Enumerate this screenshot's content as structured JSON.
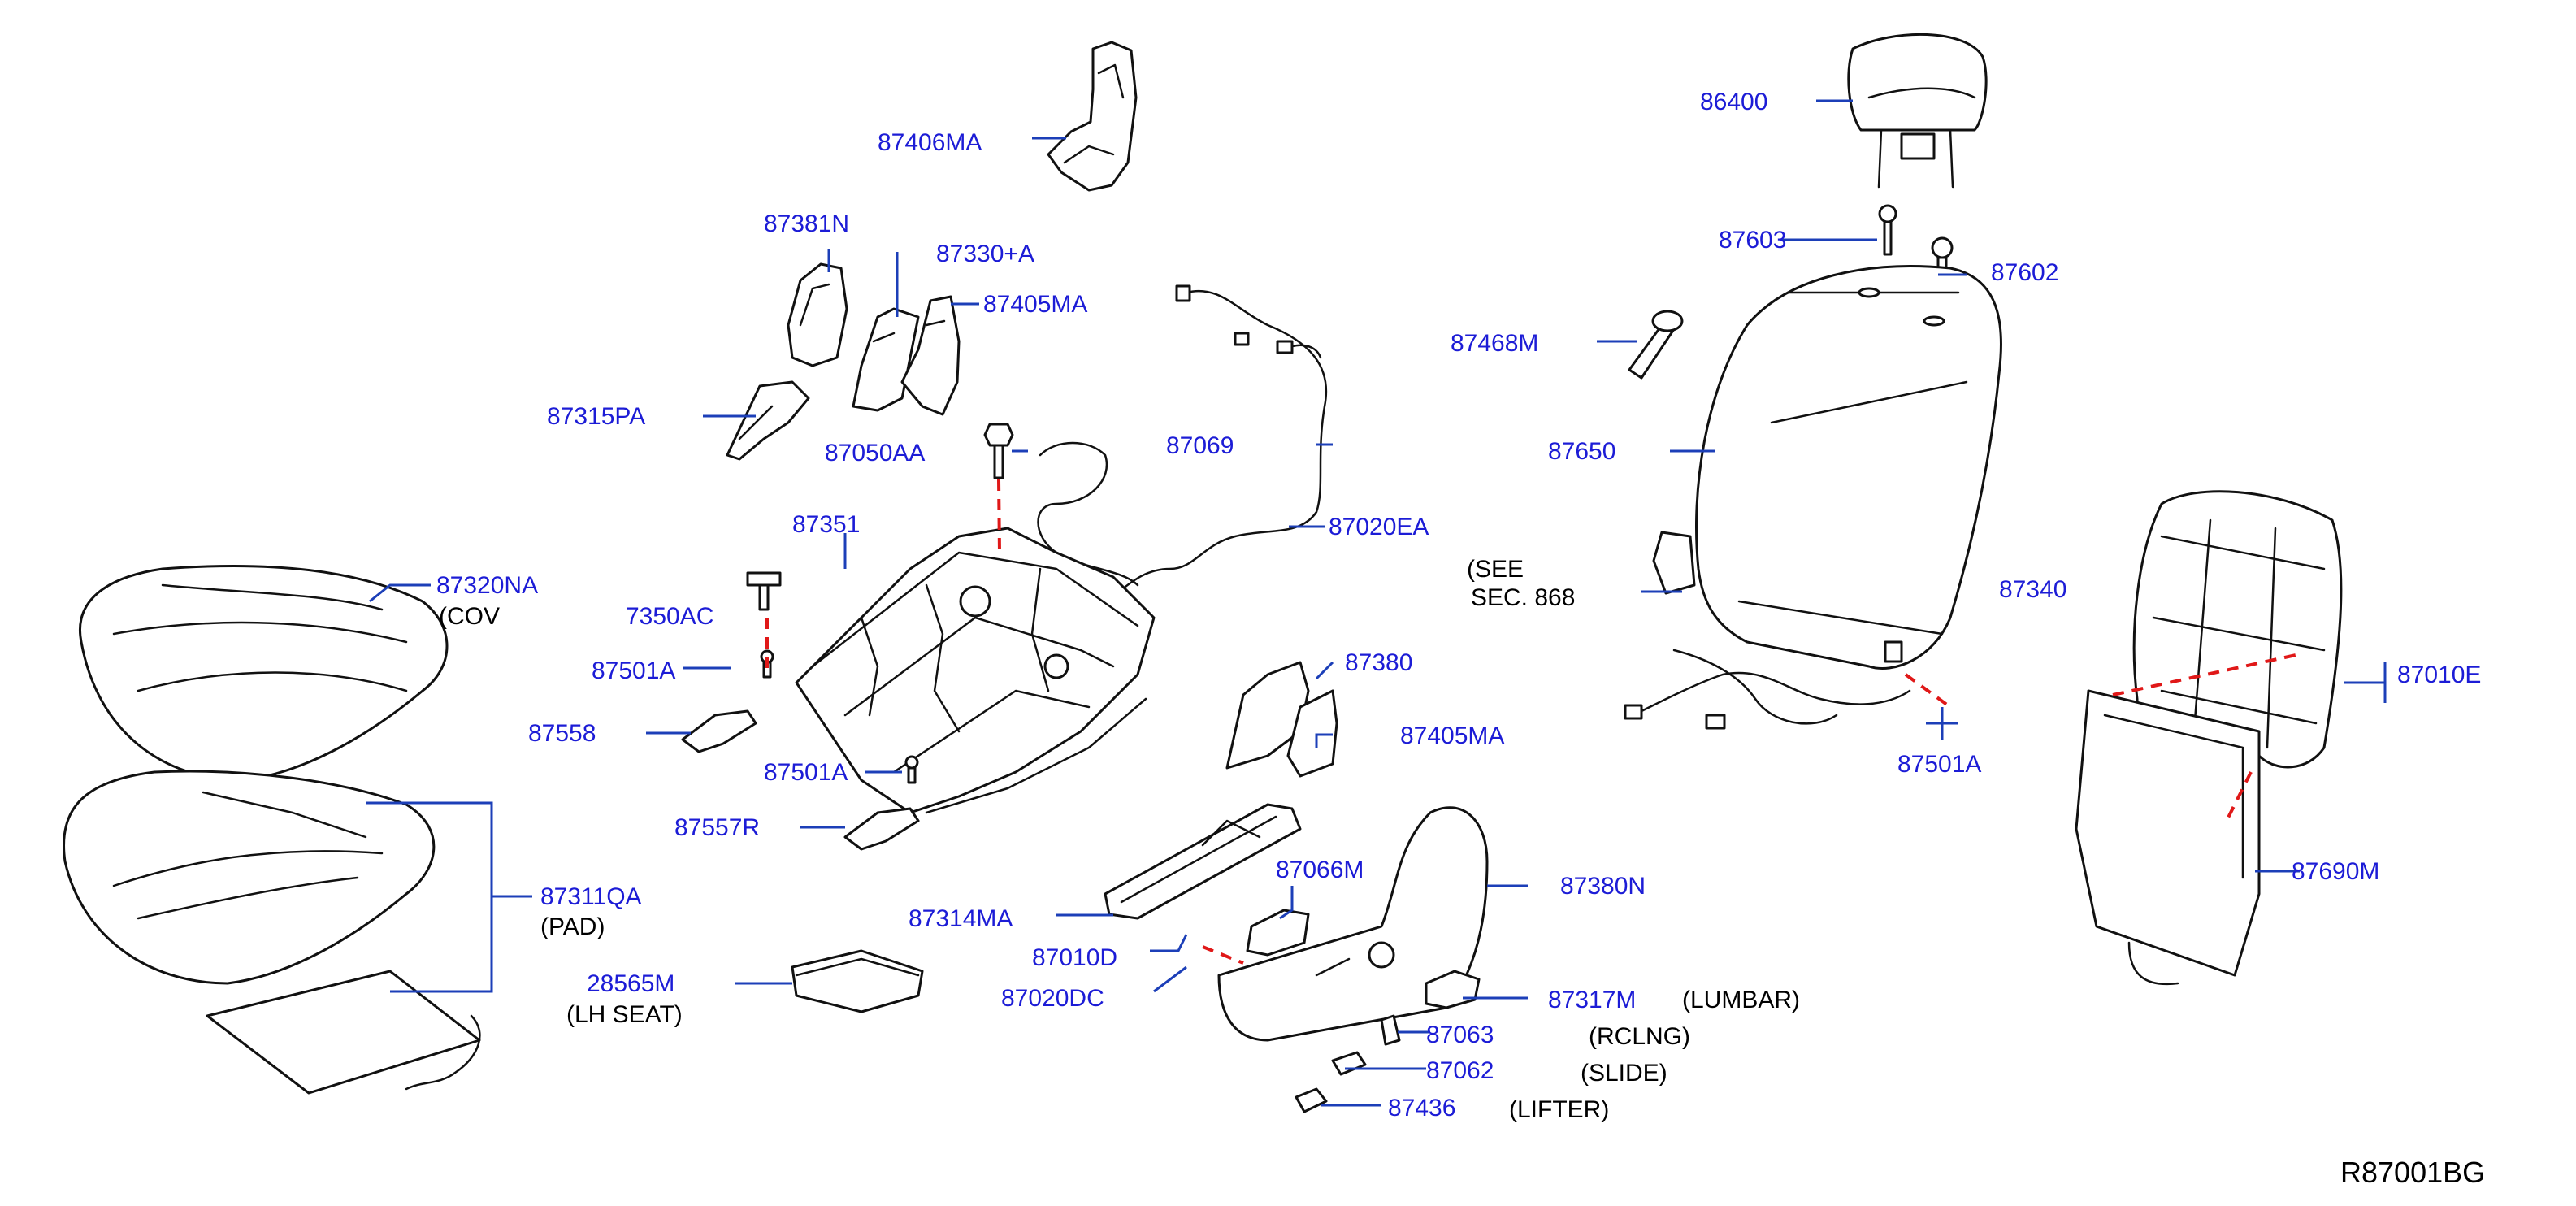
{
  "diagram_ref": "R87001BG",
  "colors": {
    "callout": "#1c1cd6",
    "leader": "#1c3fb8",
    "dashed_connector": "#e01818",
    "linework": "#111111"
  },
  "callouts": {
    "p87406MA": "87406MA",
    "p87381N": "87381N",
    "p87330A": "87330+A",
    "p87405MA_top": "87405MA",
    "p87315PA": "87315PA",
    "p87050AA": "87050AA",
    "p87069": "87069",
    "p87020EA": "87020EA",
    "p87351": "87351",
    "p87320NA": "87320NA",
    "p87501A_left": "87501A",
    "p87558": "87558",
    "p87501A_mid": "87501A",
    "p87557R": "87557R",
    "p87311QA": "87311QA",
    "p28565M": "28565M",
    "p87314MA": "87314MA",
    "p87380": "87380",
    "p87405MA_mid": "87405MA",
    "p87066M": "87066M",
    "p87010D": "87010D",
    "p87020DC": "87020DC",
    "p87380N": "87380N",
    "p87317M": "87317M",
    "p87063": "87063",
    "p87062": "87062",
    "p87436": "87436",
    "p86400": "86400",
    "p87603": "87603",
    "p87602": "87602",
    "p87468M": "87468M",
    "p87650": "87650",
    "p87501A_right": "87501A",
    "p87010E": "87010E",
    "p87690M": "87690M"
  },
  "notes": {
    "pad": "(PAD)",
    "lh_seat": "(LH   SEAT)",
    "lumbar": "(LUMBAR)",
    "rclng": "(RCLNG)",
    "slide": "(SLIDE)",
    "lifter": "(LIFTER)",
    "see_1": "(SEE",
    "see_2": "SEC. 868",
    "cover_1": "(COV",
    "clipped_1": "7350AC",
    "clipped_2": "87340"
  }
}
